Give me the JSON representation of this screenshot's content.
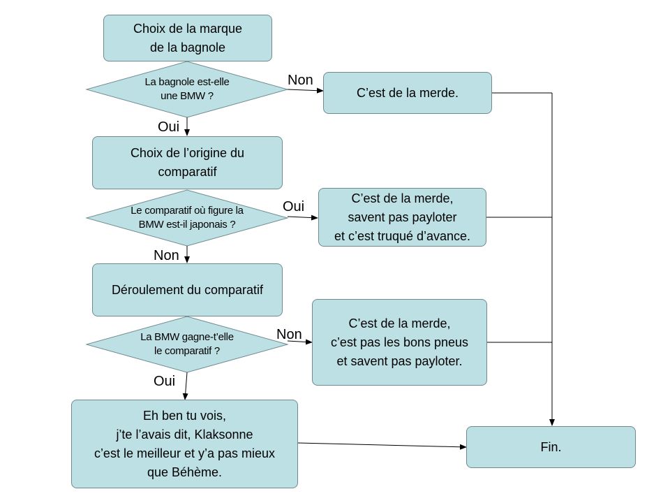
{
  "nodes": {
    "start": "Choix de la marque\nde la bagnole",
    "origin": "Choix de l’origine du\ncomparatif",
    "deroulement": "Déroulement du comparatif",
    "merde1": "C’est de la merde.",
    "merde2": "C’est de la merde,\nsavent pas payloter\net c’est truqué d’avance.",
    "merde3": "C’est de la merde,\nc’est pas les bons pneus\net savent pas payloter.",
    "win": "Eh ben tu vois,\nj’te l’avais dit, Klaksonne\nc’est le meilleur et y’a pas mieux\nque Béhème.",
    "fin": "Fin."
  },
  "decisions": {
    "d1": "La bagnole est-elle\nune BMW ?",
    "d2": "Le comparatif où figure la\nBMW est-il japonais ?",
    "d3": "La BMW gagne-t’elle\nle comparatif ?"
  },
  "edge_labels": {
    "d1_no": "Non",
    "d1_yes": "Oui",
    "d2_yes": "Oui",
    "d2_no": "Non",
    "d3_no": "Non",
    "d3_yes": "Oui"
  },
  "colors": {
    "node_fill": "#bde0e4",
    "node_border": "#6f8a8f",
    "line": "#000000"
  }
}
